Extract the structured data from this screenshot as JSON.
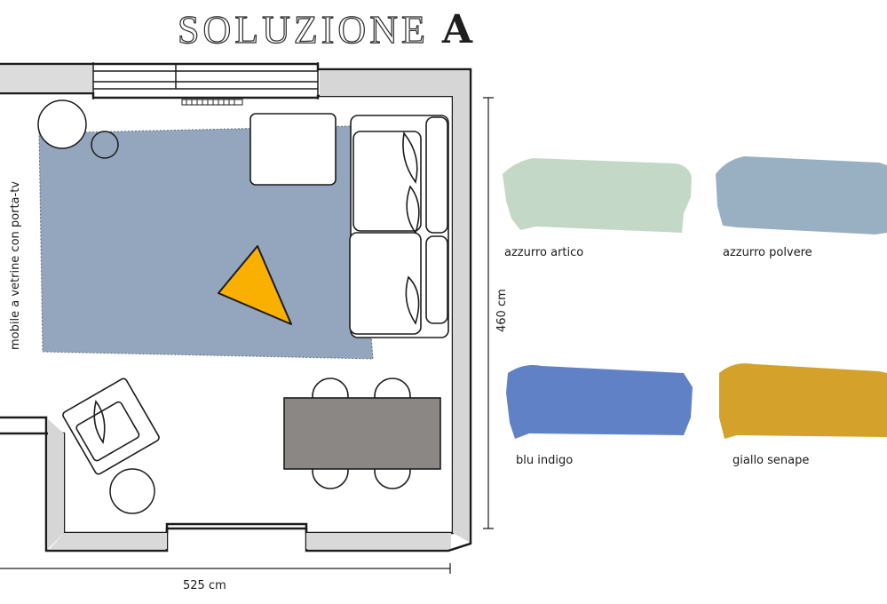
{
  "title": {
    "text": "SOLUZIONE",
    "letter": "A"
  },
  "plan": {
    "furniture_label": "mobile a vetrine con porta-tv",
    "width_label": "525 cm",
    "height_label": "460 cm",
    "colors": {
      "rug": "#93a6bd",
      "table": "#8b8785",
      "accent": "#f9b000",
      "wall": "#1c1c1c"
    }
  },
  "palette": [
    {
      "name": "azzurro artico",
      "color": "#c3d8c6"
    },
    {
      "name": "azzurro polvere",
      "color": "#99b0c3"
    },
    {
      "name": "blu indigo",
      "color": "#6181c6"
    },
    {
      "name": "giallo senape",
      "color": "#d4a12a"
    }
  ]
}
